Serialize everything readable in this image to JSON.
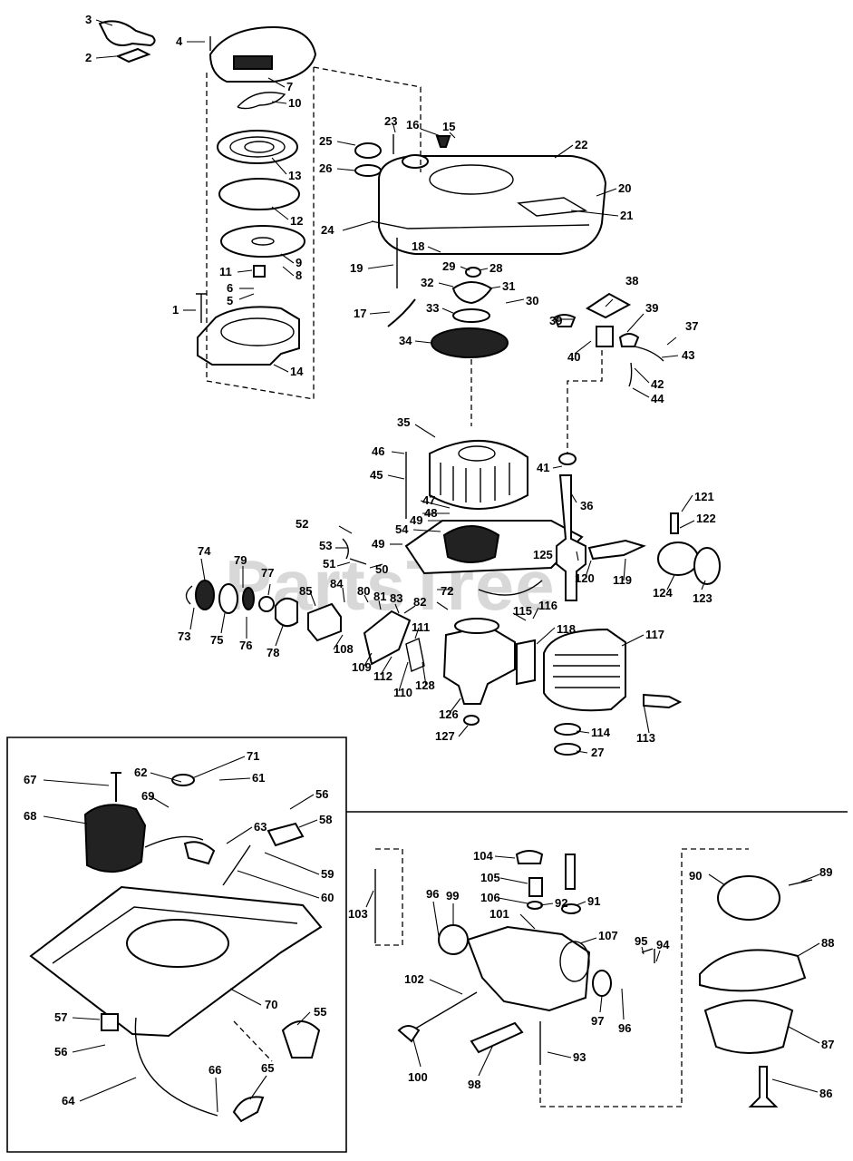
{
  "watermark": {
    "text": "PartsTree"
  },
  "callouts": [
    {
      "id": "c1",
      "text": "1"
    },
    {
      "id": "c2",
      "text": "2"
    },
    {
      "id": "c3",
      "text": "3"
    },
    {
      "id": "c4",
      "text": "4"
    },
    {
      "id": "c5",
      "text": "5"
    },
    {
      "id": "c6",
      "text": "6"
    },
    {
      "id": "c7",
      "text": "7"
    },
    {
      "id": "c8",
      "text": "8"
    },
    {
      "id": "c9",
      "text": "9"
    },
    {
      "id": "c10",
      "text": "10"
    },
    {
      "id": "c11",
      "text": "11"
    },
    {
      "id": "c12",
      "text": "12"
    },
    {
      "id": "c13",
      "text": "13"
    },
    {
      "id": "c14",
      "text": "14"
    },
    {
      "id": "c15",
      "text": "15"
    },
    {
      "id": "c16",
      "text": "16"
    },
    {
      "id": "c17",
      "text": "17"
    },
    {
      "id": "c18",
      "text": "18"
    },
    {
      "id": "c19",
      "text": "19"
    },
    {
      "id": "c20",
      "text": "20"
    },
    {
      "id": "c21",
      "text": "21"
    },
    {
      "id": "c22",
      "text": "22"
    },
    {
      "id": "c23",
      "text": "23"
    },
    {
      "id": "c24",
      "text": "24"
    },
    {
      "id": "c25",
      "text": "25"
    },
    {
      "id": "c26",
      "text": "26"
    },
    {
      "id": "c27",
      "text": "27"
    },
    {
      "id": "c28",
      "text": "28"
    },
    {
      "id": "c29",
      "text": "29"
    },
    {
      "id": "c30",
      "text": "30"
    },
    {
      "id": "c31",
      "text": "31"
    },
    {
      "id": "c32",
      "text": "32"
    },
    {
      "id": "c33",
      "text": "33"
    },
    {
      "id": "c34",
      "text": "34"
    },
    {
      "id": "c35",
      "text": "35"
    },
    {
      "id": "c36",
      "text": "36"
    },
    {
      "id": "c37",
      "text": "37"
    },
    {
      "id": "c38",
      "text": "38"
    },
    {
      "id": "c39a",
      "text": "39"
    },
    {
      "id": "c39b",
      "text": "39"
    },
    {
      "id": "c40",
      "text": "40"
    },
    {
      "id": "c41",
      "text": "41"
    },
    {
      "id": "c42",
      "text": "42"
    },
    {
      "id": "c43",
      "text": "43"
    },
    {
      "id": "c44",
      "text": "44"
    },
    {
      "id": "c45",
      "text": "45"
    },
    {
      "id": "c46",
      "text": "46"
    },
    {
      "id": "c47",
      "text": "47"
    },
    {
      "id": "c48",
      "text": "48"
    },
    {
      "id": "c49a",
      "text": "49"
    },
    {
      "id": "c49b",
      "text": "49"
    },
    {
      "id": "c50",
      "text": "50"
    },
    {
      "id": "c51",
      "text": "51"
    },
    {
      "id": "c52",
      "text": "52"
    },
    {
      "id": "c53",
      "text": "53"
    },
    {
      "id": "c54",
      "text": "54"
    },
    {
      "id": "c55",
      "text": "55"
    },
    {
      "id": "c56a",
      "text": "56"
    },
    {
      "id": "c56b",
      "text": "56"
    },
    {
      "id": "c57",
      "text": "57"
    },
    {
      "id": "c58",
      "text": "58"
    },
    {
      "id": "c59",
      "text": "59"
    },
    {
      "id": "c60",
      "text": "60"
    },
    {
      "id": "c61",
      "text": "61"
    },
    {
      "id": "c62",
      "text": "62"
    },
    {
      "id": "c63",
      "text": "63"
    },
    {
      "id": "c64",
      "text": "64"
    },
    {
      "id": "c65",
      "text": "65"
    },
    {
      "id": "c66",
      "text": "66"
    },
    {
      "id": "c67",
      "text": "67"
    },
    {
      "id": "c68",
      "text": "68"
    },
    {
      "id": "c69",
      "text": "69"
    },
    {
      "id": "c70",
      "text": "70"
    },
    {
      "id": "c71",
      "text": "71"
    },
    {
      "id": "c72",
      "text": "72"
    },
    {
      "id": "c73",
      "text": "73"
    },
    {
      "id": "c74",
      "text": "74"
    },
    {
      "id": "c75",
      "text": "75"
    },
    {
      "id": "c76",
      "text": "76"
    },
    {
      "id": "c77",
      "text": "77"
    },
    {
      "id": "c78",
      "text": "78"
    },
    {
      "id": "c79",
      "text": "79"
    },
    {
      "id": "c80",
      "text": "80"
    },
    {
      "id": "c81",
      "text": "81"
    },
    {
      "id": "c82",
      "text": "82"
    },
    {
      "id": "c83",
      "text": "83"
    },
    {
      "id": "c84",
      "text": "84"
    },
    {
      "id": "c85",
      "text": "85"
    },
    {
      "id": "c86",
      "text": "86"
    },
    {
      "id": "c87",
      "text": "87"
    },
    {
      "id": "c88",
      "text": "88"
    },
    {
      "id": "c89",
      "text": "89"
    },
    {
      "id": "c90",
      "text": "90"
    },
    {
      "id": "c91",
      "text": "91"
    },
    {
      "id": "c92",
      "text": "92"
    },
    {
      "id": "c93",
      "text": "93"
    },
    {
      "id": "c94",
      "text": "94"
    },
    {
      "id": "c95",
      "text": "95"
    },
    {
      "id": "c96a",
      "text": "96"
    },
    {
      "id": "c96b",
      "text": "96"
    },
    {
      "id": "c97",
      "text": "97"
    },
    {
      "id": "c98",
      "text": "98"
    },
    {
      "id": "c99",
      "text": "99"
    },
    {
      "id": "c100",
      "text": "100"
    },
    {
      "id": "c101",
      "text": "101"
    },
    {
      "id": "c102",
      "text": "102"
    },
    {
      "id": "c103",
      "text": "103"
    },
    {
      "id": "c104",
      "text": "104"
    },
    {
      "id": "c105",
      "text": "105"
    },
    {
      "id": "c106",
      "text": "106"
    },
    {
      "id": "c107",
      "text": "107"
    },
    {
      "id": "c108",
      "text": "108"
    },
    {
      "id": "c109",
      "text": "109"
    },
    {
      "id": "c110",
      "text": "110"
    },
    {
      "id": "c111",
      "text": "111"
    },
    {
      "id": "c112",
      "text": "112"
    },
    {
      "id": "c113",
      "text": "113"
    },
    {
      "id": "c114",
      "text": "114"
    },
    {
      "id": "c115",
      "text": "115"
    },
    {
      "id": "c116",
      "text": "116"
    },
    {
      "id": "c117",
      "text": "117"
    },
    {
      "id": "c118",
      "text": "118"
    },
    {
      "id": "c119",
      "text": "119"
    },
    {
      "id": "c120",
      "text": "120"
    },
    {
      "id": "c121",
      "text": "121"
    },
    {
      "id": "c122",
      "text": "122"
    },
    {
      "id": "c123",
      "text": "123"
    },
    {
      "id": "c124",
      "text": "124"
    },
    {
      "id": "c125",
      "text": "125"
    },
    {
      "id": "c126",
      "text": "126"
    },
    {
      "id": "c127",
      "text": "127"
    },
    {
      "id": "c128",
      "text": "128"
    }
  ]
}
